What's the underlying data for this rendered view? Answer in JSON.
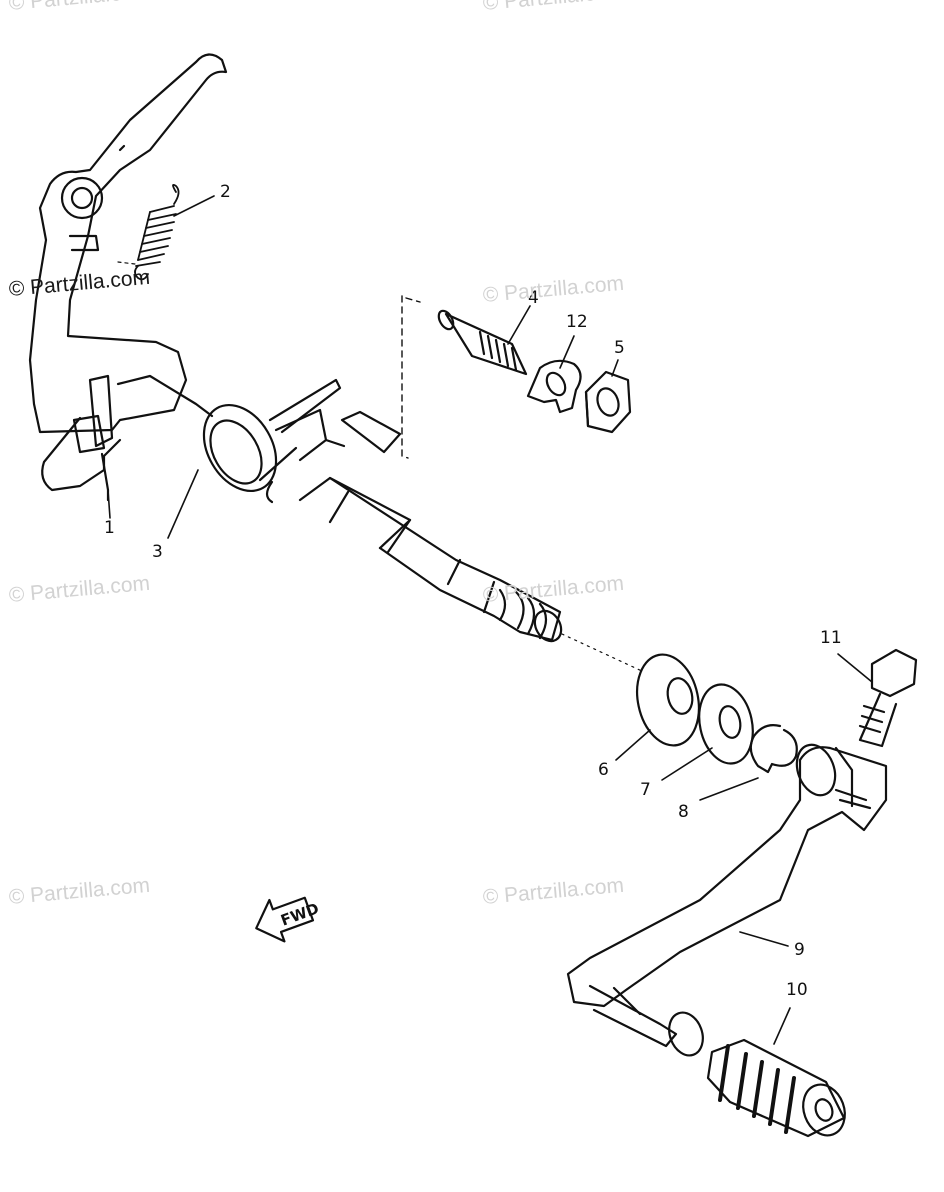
{
  "watermarks": [
    {
      "text": "© Partzilla.com",
      "style": "dark"
    },
    {
      "text": "© Partzilla.com",
      "style": "light"
    },
    {
      "text": "© Partzilla.com",
      "style": "light"
    },
    {
      "text": "© Partzilla.com",
      "style": "light"
    },
    {
      "text": "© Partzilla.com",
      "style": "light"
    },
    {
      "text": "© Partzilla.com",
      "style": "light"
    },
    {
      "text": "© Partzilla.com",
      "style": "light"
    },
    {
      "text": "© Partzilla.com",
      "style": "light"
    }
  ],
  "callouts": {
    "p1": "1",
    "p2": "2",
    "p3": "3",
    "p4": "4",
    "p5": "5",
    "p6": "6",
    "p7": "7",
    "p8": "8",
    "p9": "9",
    "p10": "10",
    "p11": "11",
    "p12": "12"
  },
  "fwd_arrow": {
    "label": "FWD"
  },
  "colors": {
    "line": "#111111",
    "watermark": "#d2d2d2"
  }
}
